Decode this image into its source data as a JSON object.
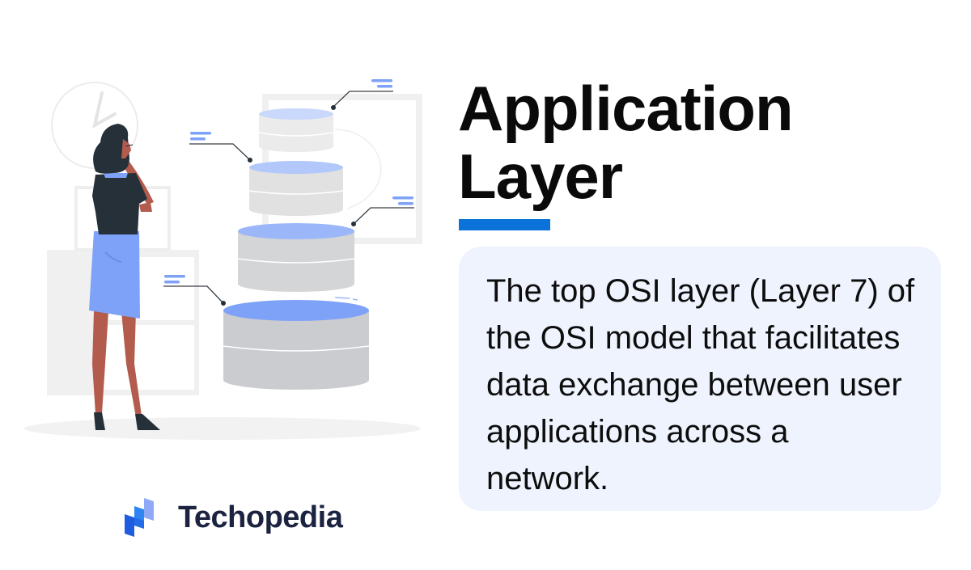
{
  "title": {
    "line1": "Application",
    "line2": "Layer"
  },
  "definition": {
    "text": "The top OSI layer (Layer 7) of the OSI model that facilitates data exchange between user applications across a network."
  },
  "brand": {
    "name": "Techopedia"
  },
  "colors": {
    "accent_bar": "#0a72d8",
    "card_background": "#eef3fd",
    "brand_text": "#1b2340",
    "illustration_blue": "#7ea2f8",
    "cylinder_gray": "#cacccf",
    "figure_dark": "#263038",
    "skin": "#b35c4e"
  },
  "illustration": {
    "description": "Woman looking at stacked database cylinders with callout labels",
    "cylinders": 4,
    "callouts": 4
  }
}
